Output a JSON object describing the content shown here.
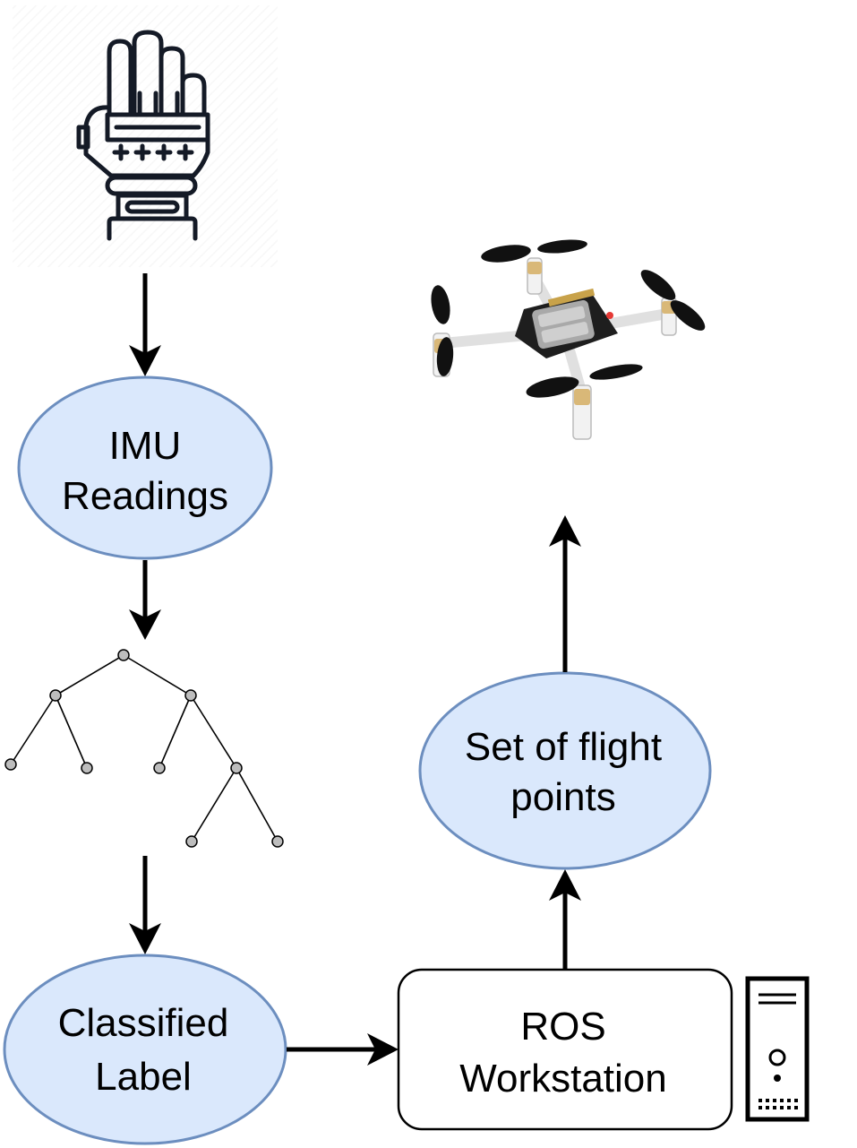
{
  "nodes": {
    "imu": {
      "line1": "IMU",
      "line2": "Readings"
    },
    "classified": {
      "line1": "Classified",
      "line2": "Label"
    },
    "ros": {
      "line1": "ROS",
      "line2": "Workstation"
    },
    "flight": {
      "line1": "Set of flight",
      "line2": "points"
    }
  },
  "colors": {
    "ellipse_fill": "#dae8fc",
    "ellipse_stroke": "#6c8ebf",
    "arrow": "#000000",
    "box_stroke": "#000000",
    "tree_node_fill": "#bdbdbd"
  },
  "icons": {
    "glove": "glove-sensor-icon",
    "tree": "decision-tree-icon",
    "drone": "quadcopter-drone-icon",
    "computer": "desktop-tower-icon"
  }
}
